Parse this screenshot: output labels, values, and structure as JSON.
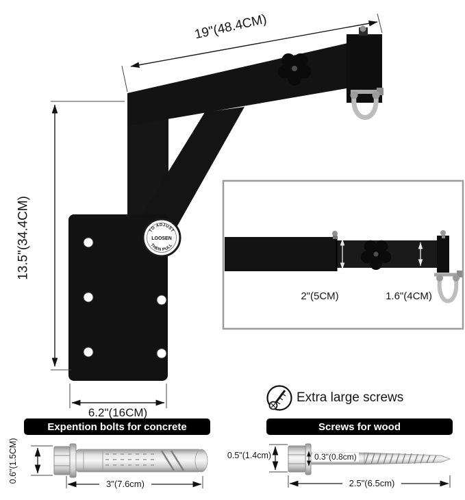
{
  "colors": {
    "ink": "#111111",
    "bar_bg": "#000000",
    "metal": "#c8c8c8",
    "inset_border": "#9c9c9c"
  },
  "product": {
    "badge": {
      "arc_top": "TO ADJUST",
      "center": "LOOSEN",
      "arc_bottom": "THEN PULL"
    }
  },
  "dims": {
    "arm_length": "19\"(48.4CM)",
    "total_height": "13.5\"(34.4CM)",
    "plate_width": "6.2\"(16CM)"
  },
  "inset": {
    "large_tube": "2\"(5CM)",
    "small_tube": "1.6\"(4CM)"
  },
  "screws_note": {
    "label": "Extra large screws"
  },
  "concrete_section": {
    "header": "Expention bolts for concrete",
    "diameter": "0.6\"(1.5CM)",
    "length": "3\"(7.6cm)"
  },
  "wood_section": {
    "header": "Screws for wood",
    "head_size": "0.5\"(1.4cm)",
    "shank": "0.3\"(0.8cm)",
    "length": "2.5\"(6.5cm)"
  }
}
